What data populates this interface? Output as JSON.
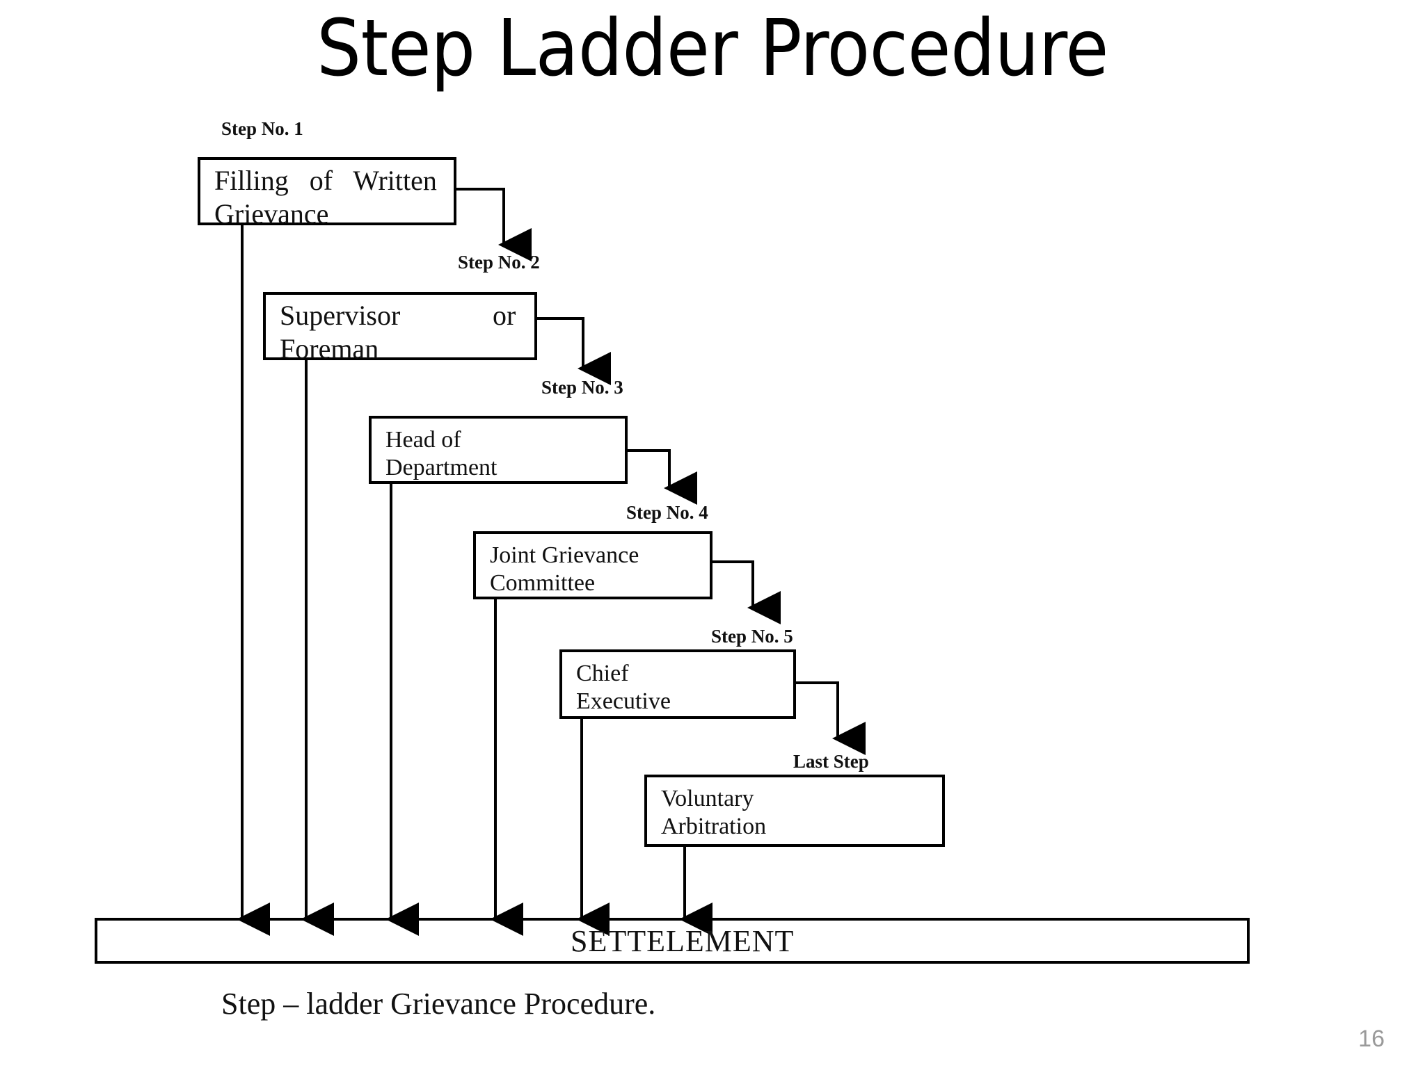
{
  "slide": {
    "title": "Step Ladder Procedure",
    "page_number": "16",
    "page_number_color": "#9a9a9a",
    "background_color": "#ffffff",
    "line_color": "#000000"
  },
  "diagram": {
    "caption": "Step – ladder Grievance Procedure.",
    "settlement_label": "SETTELEMENT",
    "steps": [
      {
        "tag": "Step No. 1",
        "line1": "Filling   of   Written",
        "line2": "Grievance",
        "trailing": ""
      },
      {
        "tag": "Step No. 2",
        "line1": "Supervisor",
        "line2": "Foreman",
        "trailing": "or"
      },
      {
        "tag": "Step No. 3",
        "line1": "Head of",
        "line2": "Department",
        "trailing": ""
      },
      {
        "tag": "Step No. 4",
        "line1": "Joint Grievance",
        "line2": "Committee",
        "trailing": ""
      },
      {
        "tag": "Step No. 5",
        "line1": "Chief",
        "line2": "Executive",
        "trailing": ""
      },
      {
        "tag": "Last Step",
        "line1": "Voluntary",
        "line2": "Arbitration",
        "trailing": ""
      }
    ]
  }
}
